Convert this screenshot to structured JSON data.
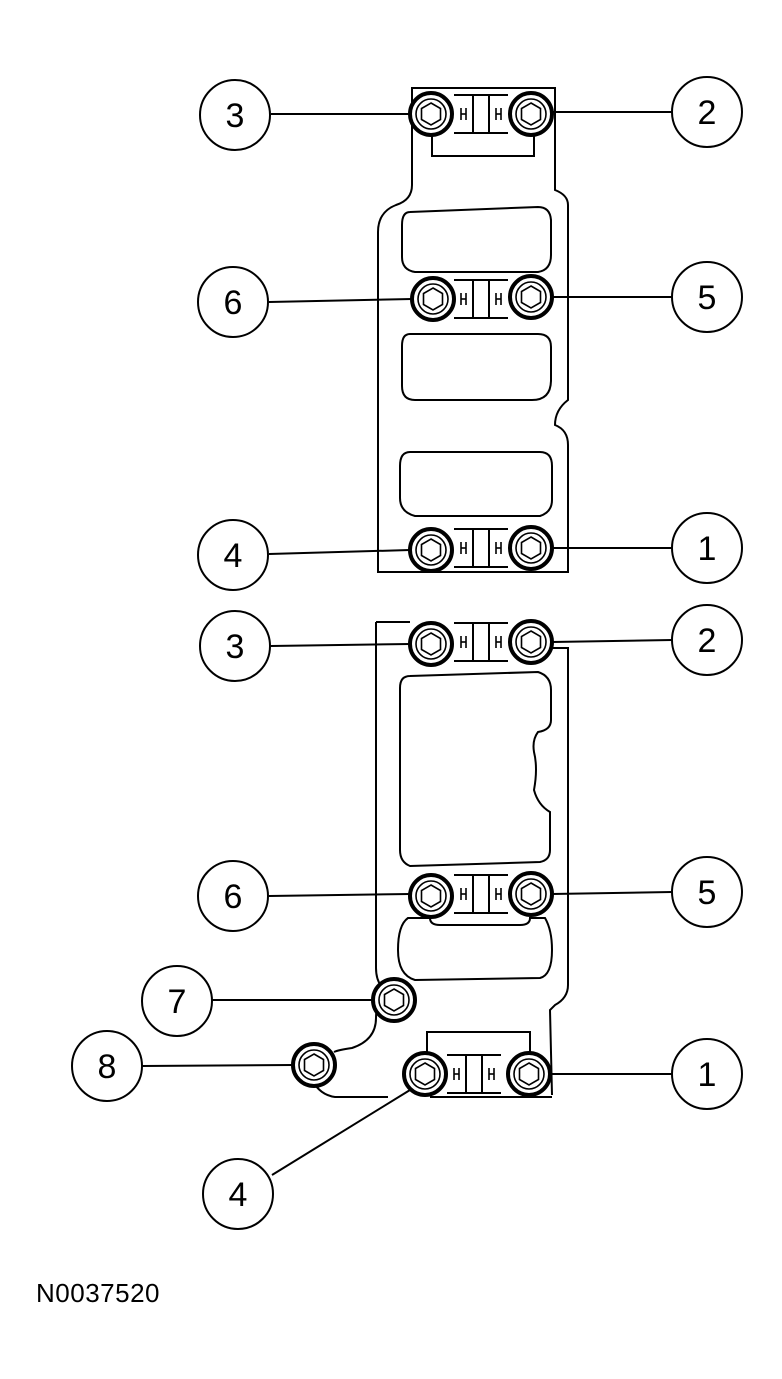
{
  "figure_id": "N0037520",
  "upper_assembly": {
    "callouts": [
      {
        "label": "3"
      },
      {
        "label": "2"
      },
      {
        "label": "6"
      },
      {
        "label": "5"
      },
      {
        "label": "4"
      },
      {
        "label": "1"
      }
    ]
  },
  "lower_assembly": {
    "callouts": [
      {
        "label": "3"
      },
      {
        "label": "2"
      },
      {
        "label": "6"
      },
      {
        "label": "5"
      },
      {
        "label": "7"
      },
      {
        "label": "8"
      },
      {
        "label": "1"
      },
      {
        "label": "4"
      }
    ]
  },
  "style": {
    "line_color": "#000000",
    "background": "#ffffff"
  }
}
